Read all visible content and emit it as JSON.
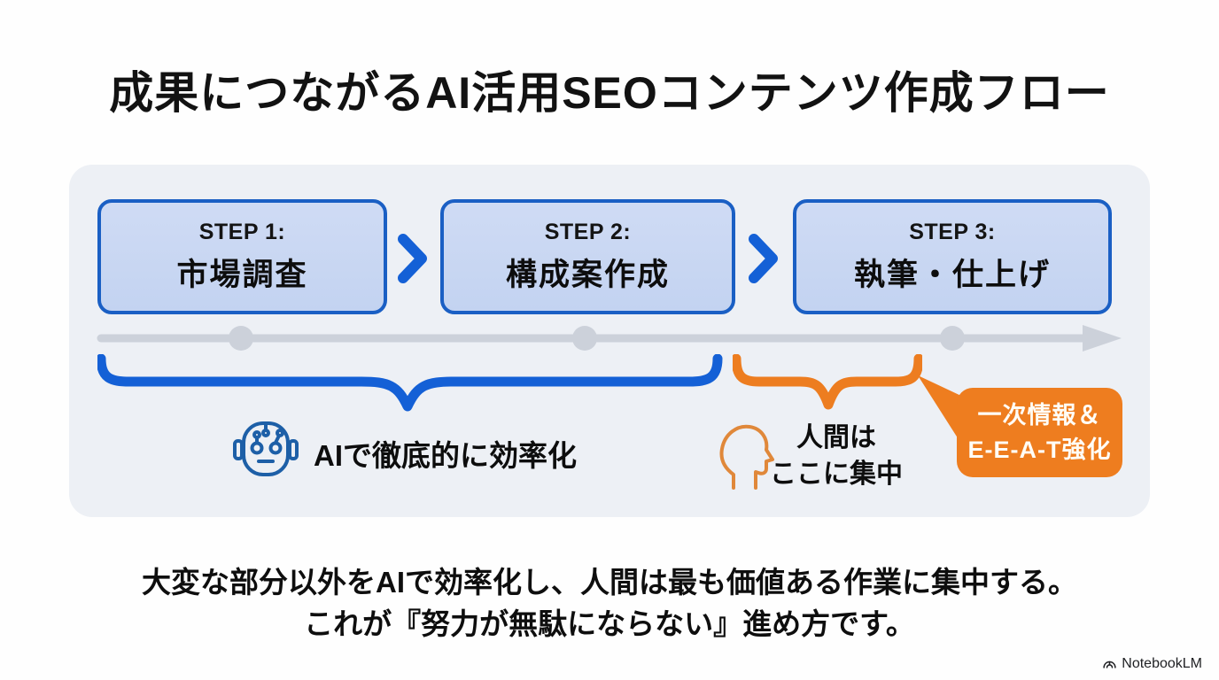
{
  "title": "成果につながるAI活用SEOコンテンツ作成フロー",
  "flow": {
    "steps": [
      {
        "label": "STEP 1:",
        "name": "市場調査"
      },
      {
        "label": "STEP 2:",
        "name": "構成案作成"
      },
      {
        "label": "STEP 3:",
        "name": "執筆・仕上げ"
      }
    ],
    "ai_caption": "AIで徹底的に効率化",
    "human_caption_line1": "人間は",
    "human_caption_line2": "ここに集中",
    "callout": {
      "line1": "一次情報＆",
      "line2": "E-E-A-T強化"
    }
  },
  "footer": {
    "line1": "大変な部分以外をAIで効率化し、人間は最も価値ある作業に集中する。",
    "line2": "これが『努力が無駄にならない』進め方です。"
  },
  "branding": {
    "logo_text": "NotebookLM"
  },
  "colors": {
    "accent_blue": "#1a5fc4",
    "step_box_fill": "#c9d7f2",
    "accent_orange": "#ee7d1f",
    "timeline_gray": "#ccd1da",
    "panel_background": "#edf0f5",
    "text_black": "#121212",
    "callout_text": "#fffdf6"
  },
  "icons": {
    "between_steps": "chevron-right-icon",
    "ai_section": "robot-icon",
    "human_section": "human-profile-icon",
    "brand": "notebooklm-logo-icon"
  }
}
